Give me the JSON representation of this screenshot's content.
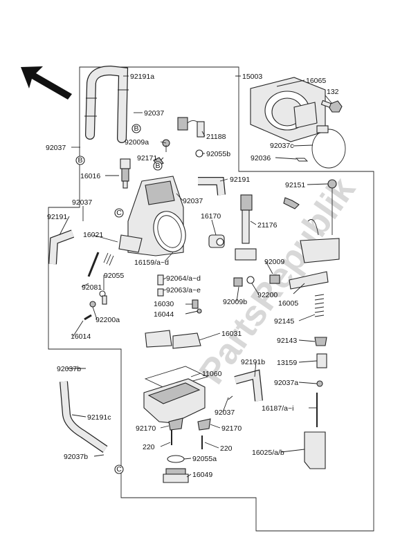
{
  "watermark": "PartsRepublik",
  "labels": {
    "p92191a": "92191a",
    "p15003": "15003",
    "p16065": "16065",
    "p132": "132",
    "p92037_top": "92037",
    "p21188": "21188",
    "p92037_left": "92037",
    "p92009a": "92009a",
    "p92055b": "92055b",
    "p92037c": "92037c",
    "p92171": "92171",
    "p16016": "16016",
    "p92036": "92036",
    "p92191_mid": "92191",
    "p92151": "92151",
    "p92037_mid": "92037",
    "p92037_l2": "92037",
    "p16170": "16170",
    "p92191_left": "92191",
    "p21176": "21176",
    "p16021": "16021",
    "p16159": "16159/a~d",
    "p92009": "92009",
    "p92055": "92055",
    "p92064": "92064/a~d",
    "p92081": "92081",
    "p92063": "92063/a~e",
    "p92009b": "92009b",
    "p92200": "92200",
    "p16005": "16005",
    "p16030": "16030",
    "p16044": "16044",
    "p92200a": "92200a",
    "p92145": "92145",
    "p16014": "16014",
    "p16031": "16031",
    "p92143": "92143",
    "p92191b": "92191b",
    "p13159": "13159",
    "p92037b_top": "92037b",
    "p11060": "11060",
    "p92037a": "92037a",
    "p92191c": "92191c",
    "p92037_bot": "92037",
    "p16187": "16187/a~i",
    "p92170_l": "92170",
    "p92170_r": "92170",
    "p220_l": "220",
    "p220_r": "220",
    "p92037b_bot": "92037b",
    "p92055a": "92055a",
    "p16025": "16025/a/b",
    "p16049": "16049"
  },
  "ref_markers": {
    "b_top": "B",
    "b_left": "B",
    "b_mid": "B",
    "c_left": "C",
    "c_bot": "C"
  },
  "icons": {
    "direction": "front-direction-arrow"
  }
}
